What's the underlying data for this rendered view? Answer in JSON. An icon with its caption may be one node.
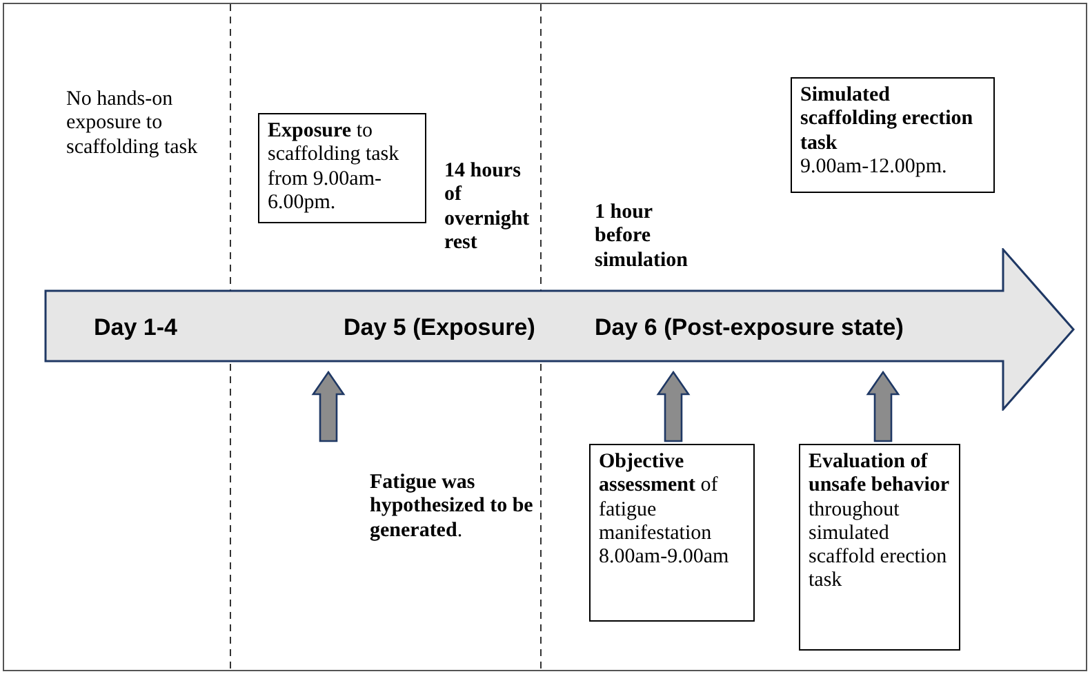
{
  "diagram": {
    "nodes": [
      {
        "text": [
          "**Exposure** to scaffolding task from 9.00am-6.00pm."
        ]
      },
      {
        "text": [
          "Simulated scaffolding erection task",
          "9.00am-12.00pm."
        ]
      },
      {
        "text": [
          "Day 1-4",
          "Day 5 (Exposure)",
          "Day 6 (Post-exposure state)"
        ]
      },
      {
        "text": [
          "**Fatigue was hypothesized to be generated**."
        ]
      },
      {
        "text": [
          "**Objective assessment** of fatigue manifestation 8.00am-9.00am"
        ]
      },
      {
        "text": [
          "**Evaluation of unsafe behavior** throughout simulated scaffold erection task"
        ]
      }
    ],
    "edges": [
      {
        "from": 3,
        "to": 2,
        "arrow": "to"
      },
      {
        "from": 4,
        "to": 2,
        "arrow": "to"
      },
      {
        "from": 5,
        "to": 2,
        "arrow": "to"
      }
    ],
    "labels": [
      "No hands-on exposure to scaffolding task",
      "14 hours of overnight rest",
      "1 hour before simulation"
    ]
  }
}
